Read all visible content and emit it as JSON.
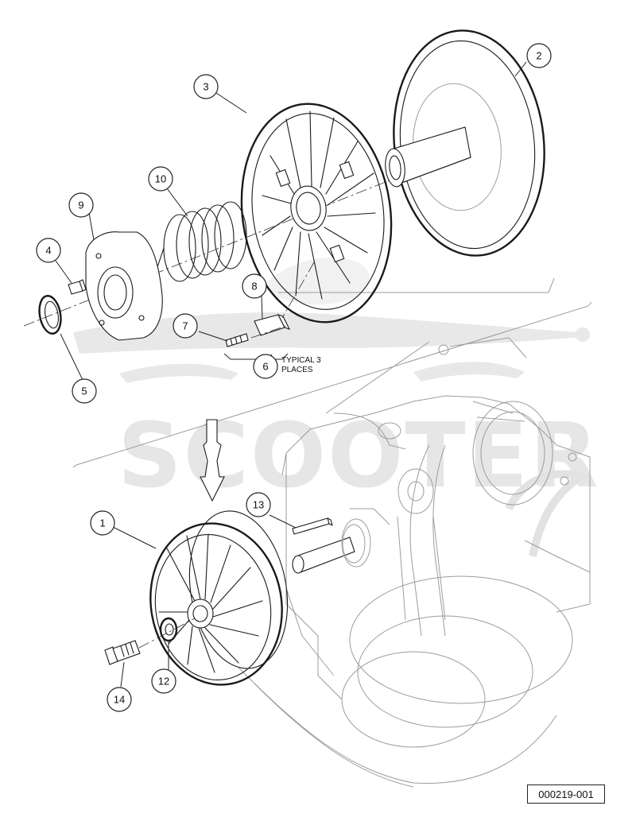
{
  "diagram": {
    "figure_code": "000219-001",
    "note_lines": [
      "TYPICAL 3",
      "PLACES"
    ],
    "watermark_text": "SCOOTER",
    "callouts": [
      "1",
      "2",
      "3",
      "4",
      "5",
      "6",
      "7",
      "8",
      "9",
      "10",
      "12",
      "13",
      "14"
    ]
  }
}
